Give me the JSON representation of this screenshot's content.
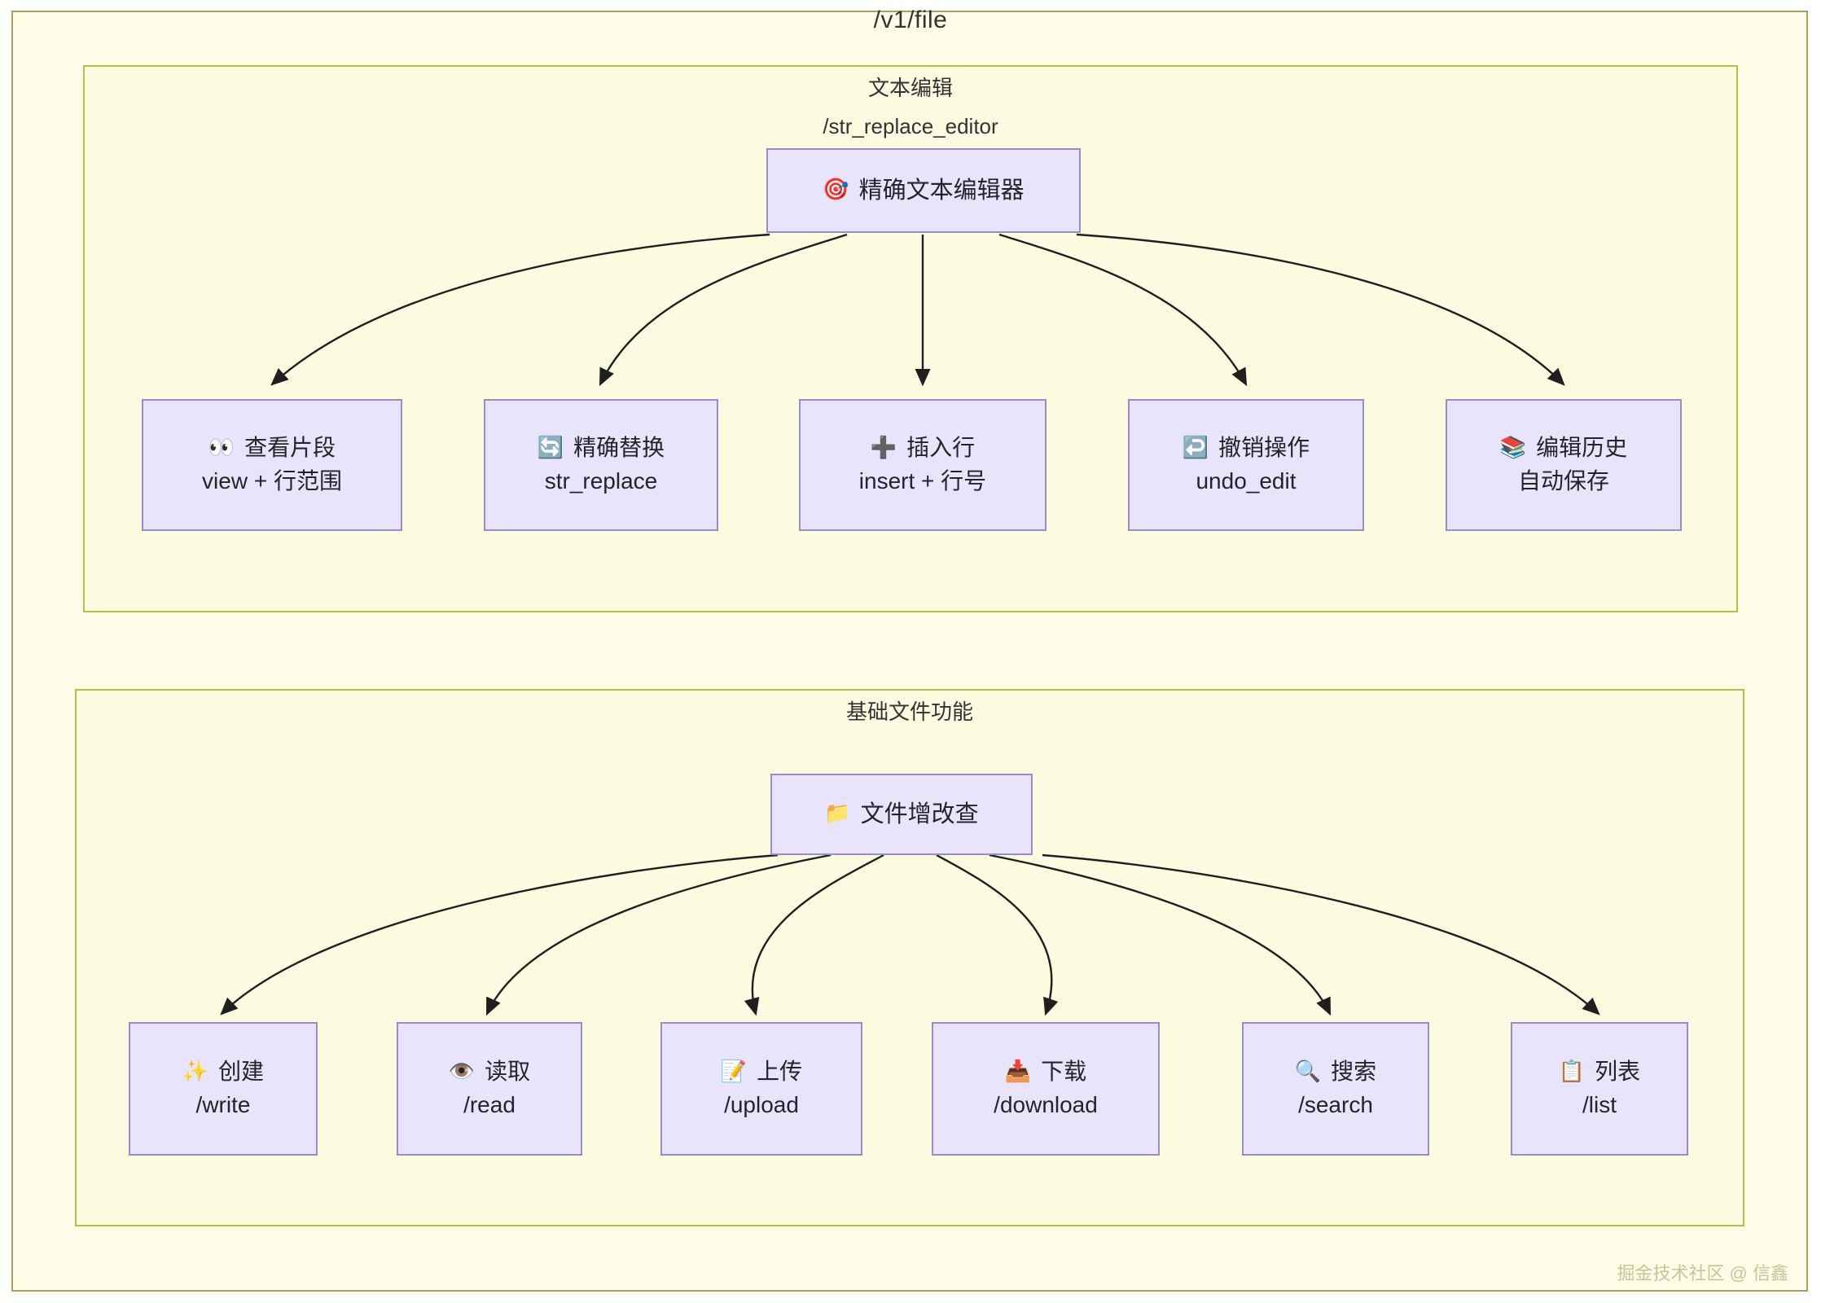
{
  "diagram": {
    "title": "/v1/file",
    "background_color": "#fffde7",
    "cluster_border_color": "#bcbb4e",
    "node_fill_color": "#e8e4fb",
    "node_border_color": "#9a8cc4",
    "watermark": "掘金技术社区 @ 信鑫"
  },
  "clusters": [
    {
      "id": "text-edit",
      "label_line1": "文本编辑",
      "label_line2": "/str_replace_editor",
      "root": {
        "id": "precise-text-editor",
        "icon": "🎯",
        "icon_name": "target-icon",
        "line1": "精确文本编辑器",
        "line2": ""
      },
      "children": [
        {
          "id": "view-snippet",
          "icon": "👀",
          "icon_name": "eyes-icon",
          "line1": "查看片段",
          "line2": "view + 行范围"
        },
        {
          "id": "precise-replace",
          "icon": "🔄",
          "icon_name": "refresh-icon",
          "line1": "精确替换",
          "line2": "str_replace"
        },
        {
          "id": "insert-line",
          "icon": "➕",
          "icon_name": "plus-icon",
          "line1": "插入行",
          "line2": "insert + 行号"
        },
        {
          "id": "undo-operation",
          "icon": "↩️",
          "icon_name": "undo-icon",
          "line1": "撤销操作",
          "line2": "undo_edit"
        },
        {
          "id": "edit-history",
          "icon": "📚",
          "icon_name": "books-icon",
          "line1": "编辑历史",
          "line2": "自动保存"
        }
      ]
    },
    {
      "id": "basic-file",
      "label_line1": "基础文件功能",
      "label_line2": "",
      "root": {
        "id": "file-crud",
        "icon": "📁",
        "icon_name": "folder-icon",
        "line1": "文件增改查",
        "line2": ""
      },
      "children": [
        {
          "id": "create",
          "icon": "✨",
          "icon_name": "sparkles-icon",
          "line1": "创建",
          "line2": "/write"
        },
        {
          "id": "read",
          "icon": "👁️",
          "icon_name": "eye-icon",
          "line1": "读取",
          "line2": "/read"
        },
        {
          "id": "upload",
          "icon": "📝",
          "icon_name": "memo-icon",
          "line1": "上传",
          "line2": "/upload"
        },
        {
          "id": "download",
          "icon": "📥",
          "icon_name": "inbox-tray-icon",
          "line1": "下载",
          "line2": "/download"
        },
        {
          "id": "search",
          "icon": "🔍",
          "icon_name": "magnifying-glass-icon",
          "line1": "搜索",
          "line2": "/search"
        },
        {
          "id": "list",
          "icon": "📋",
          "icon_name": "clipboard-icon",
          "line1": "列表",
          "line2": "/list"
        }
      ]
    }
  ]
}
